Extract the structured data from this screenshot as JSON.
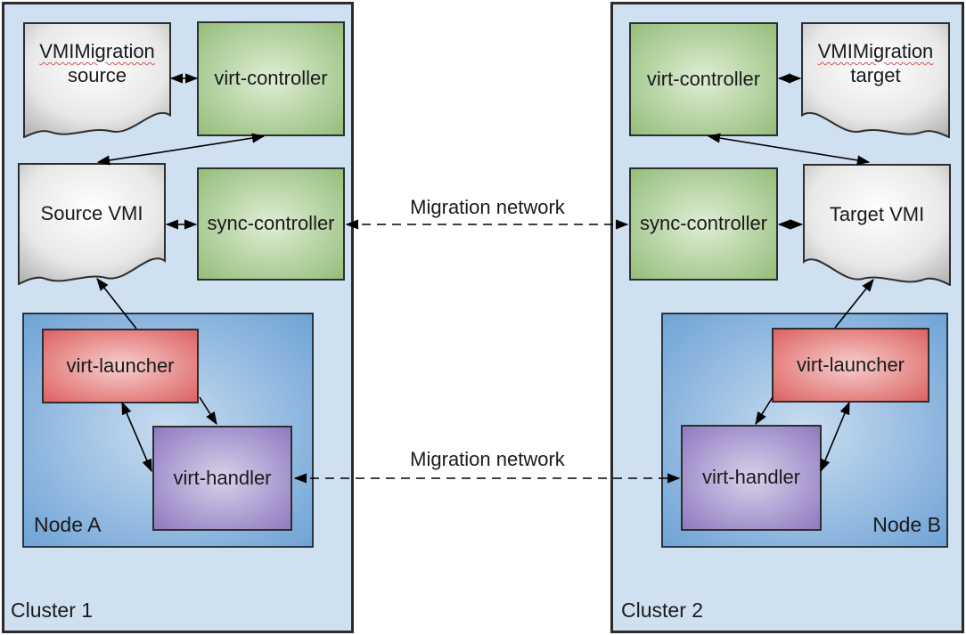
{
  "colors": {
    "cluster_fill": "#cfe0f1",
    "cluster_border": "#2b2b2b",
    "node_center": "#c9ddf0",
    "node_edge": "#6fa3d6",
    "green_center": "#dfeed4",
    "green_edge": "#94bd7b",
    "red_center": "#f6cfcd",
    "red_edge": "#dc6161",
    "purple_center": "#d9d0ea",
    "purple_edge": "#8d7ac0",
    "document_center": "#ffffff",
    "document_edge": "#a3a3a3",
    "arrow": "#000000",
    "squiggle": "#d95050"
  },
  "clusters": [
    {
      "label": "Cluster 1",
      "node_label": "Node A",
      "migration_doc": {
        "line1": "VMIMigration",
        "line2": "source"
      },
      "virt_controller_label": "virt-controller",
      "vmi_doc_label": "Source VMI",
      "sync_controller_label": "sync-controller",
      "virt_launcher_label": "virt-launcher",
      "virt_handler_label": "virt-handler"
    },
    {
      "label": "Cluster 2",
      "node_label": "Node B",
      "migration_doc": {
        "line1": "VMIMigration",
        "line2": "target"
      },
      "virt_controller_label": "virt-controller",
      "vmi_doc_label": "Target VMI",
      "sync_controller_label": "sync-controller",
      "virt_launcher_label": "virt-launcher",
      "virt_handler_label": "virt-handler"
    }
  ],
  "network_links": [
    {
      "label": "Migration network",
      "connects": [
        "sync-controller (Cluster 1)",
        "sync-controller (Cluster 2)"
      ],
      "style": "dashed",
      "arrows": "both"
    },
    {
      "label": "Migration network",
      "connects": [
        "virt-handler (Node A)",
        "virt-handler (Node B)"
      ],
      "style": "dashed",
      "arrows": "both"
    }
  ],
  "edges": [
    {
      "from": "VMIMigration source",
      "to": "virt-controller (Cluster 1)",
      "style": "solid",
      "arrows": "both"
    },
    {
      "from": "virt-controller (Cluster 1)",
      "to": "Source VMI",
      "style": "solid",
      "arrows": "both"
    },
    {
      "from": "Source VMI",
      "to": "sync-controller (Cluster 1)",
      "style": "solid",
      "arrows": "both"
    },
    {
      "from": "virt-launcher (Node A)",
      "to": "Source VMI",
      "style": "solid",
      "arrows": "end"
    },
    {
      "from": "virt-launcher (Node A)",
      "to": "virt-handler (Node A)",
      "style": "solid",
      "arrows": "both"
    },
    {
      "from": "virt-launcher (Node A)",
      "to": "virt-handler (Node A)",
      "style": "solid",
      "arrows": "end"
    },
    {
      "from": "virt-controller (Cluster 2)",
      "to": "VMIMigration target",
      "style": "solid",
      "arrows": "both"
    },
    {
      "from": "virt-controller (Cluster 2)",
      "to": "Target VMI",
      "style": "solid",
      "arrows": "both"
    },
    {
      "from": "sync-controller (Cluster 2)",
      "to": "Target VMI",
      "style": "solid",
      "arrows": "both"
    },
    {
      "from": "virt-launcher (Node B)",
      "to": "Target VMI",
      "style": "solid",
      "arrows": "end"
    },
    {
      "from": "virt-launcher (Node B)",
      "to": "virt-handler (Node B)",
      "style": "solid",
      "arrows": "end"
    },
    {
      "from": "virt-handler (Node B)",
      "to": "virt-launcher (Node B)",
      "style": "solid",
      "arrows": "both"
    }
  ]
}
